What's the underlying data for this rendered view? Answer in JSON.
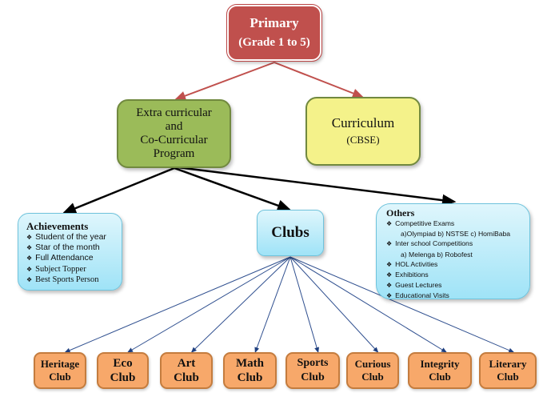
{
  "root": {
    "title": "Primary",
    "subtitle": "(Grade 1 to 5)"
  },
  "extra_program": {
    "lines": [
      "Extra curricular",
      "and",
      "Co-Curricular",
      "Program"
    ]
  },
  "curriculum": {
    "title": "Curriculum",
    "subtitle": "(CBSE)"
  },
  "achievements": {
    "title": "Achievements",
    "bullet_icon": "❖",
    "items": [
      "Student of the year",
      "Star of the month",
      "Full Attendance",
      "Subject Topper",
      "Best Sports Person"
    ]
  },
  "clubs": {
    "title": "Clubs",
    "items": [
      {
        "line1": "Heritage",
        "line2": "Club"
      },
      {
        "line1": "Eco",
        "line2": "Club"
      },
      {
        "line1": "Art",
        "line2": "Club"
      },
      {
        "line1": "Math",
        "line2": "Club"
      },
      {
        "line1": "Sports",
        "line2": "Club"
      },
      {
        "line1": "Curious",
        "line2": "Club"
      },
      {
        "line1": "Integrity",
        "line2": "Club"
      },
      {
        "line1": "Literary",
        "line2": "Club"
      }
    ]
  },
  "others": {
    "title": "Others",
    "bullet_icon": "❖",
    "items": [
      {
        "text": "Competitive Exams",
        "sub": "a)Olympiad b) NSTSE c) HomiBaba"
      },
      {
        "text": "Inter school Competitions",
        "sub": "a) Melenga b) Robofest"
      },
      {
        "text": "HOL Activities"
      },
      {
        "text": "Exhibitions"
      },
      {
        "text": "Guest Lectures"
      },
      {
        "text": "Educational Visits"
      }
    ]
  },
  "colors": {
    "root": "#c0504d",
    "root_arrows": "#c0504d",
    "extra": "#9bbb59",
    "curriculum": "#f4f28a",
    "blue_box": "#9fe3f7",
    "club": "#f7a86a",
    "black_arrows": "#000000",
    "club_arrows": "#2f4f8f"
  }
}
